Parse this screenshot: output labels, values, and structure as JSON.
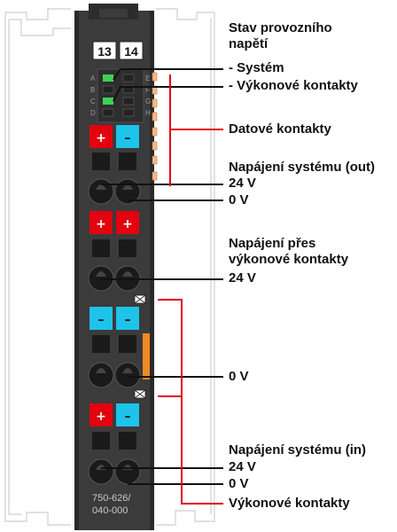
{
  "module": {
    "top_numbers": [
      "13",
      "14"
    ],
    "led_letters_left": [
      "A",
      "B",
      "C",
      "D"
    ],
    "led_letters_right": [
      "E",
      "F",
      "G",
      "H"
    ],
    "part_number_line1": "750-626/",
    "part_number_line2": "040-000",
    "plus_sign": "+",
    "minus_sign": "–"
  },
  "labels": {
    "stav_line1": "Stav provozního",
    "stav_line2": "napětí",
    "system": "- Systém",
    "vykonove_kontakty_led": "- Výkonové kontakty",
    "datove_kontakty": "Datové kontakty",
    "napajeni_out_title": "Napájení systému (out)",
    "out_24v": "24 V",
    "out_0v": "0 V",
    "pres_line1": "Napájení přes",
    "pres_line2": "výkonové kontakty",
    "pres_24v": "24 V",
    "middle_0v": "0 V",
    "napajeni_in_title": "Napájení systému (in)",
    "in_24v": "24 V",
    "in_0v": "0 V",
    "vykonove_kontakty_bottom": "Výkonové kontakty"
  },
  "colors": {
    "body": "#3b3b3b",
    "plus": "#e3000f",
    "minus": "#1ec3ea",
    "red_line": "#e3000f",
    "orange": "#f08a24",
    "led_green": "#3cd25a"
  }
}
